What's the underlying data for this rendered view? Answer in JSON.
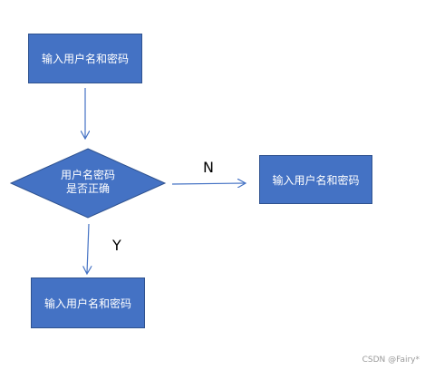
{
  "diagram": {
    "top_box_text": "输入用户名和密码",
    "decision_line1": "用户名密码",
    "decision_line2": "是否正确",
    "right_box_text": "输入用户名和密码",
    "bottom_box_text": "输入用户名和密码",
    "no_label": "N",
    "yes_label": "Y"
  },
  "watermark": "CSDN @Fairy*",
  "colors": {
    "shape_fill": "#4472c4",
    "shape_border": "#2f528f",
    "arrow": "#4472c4"
  }
}
